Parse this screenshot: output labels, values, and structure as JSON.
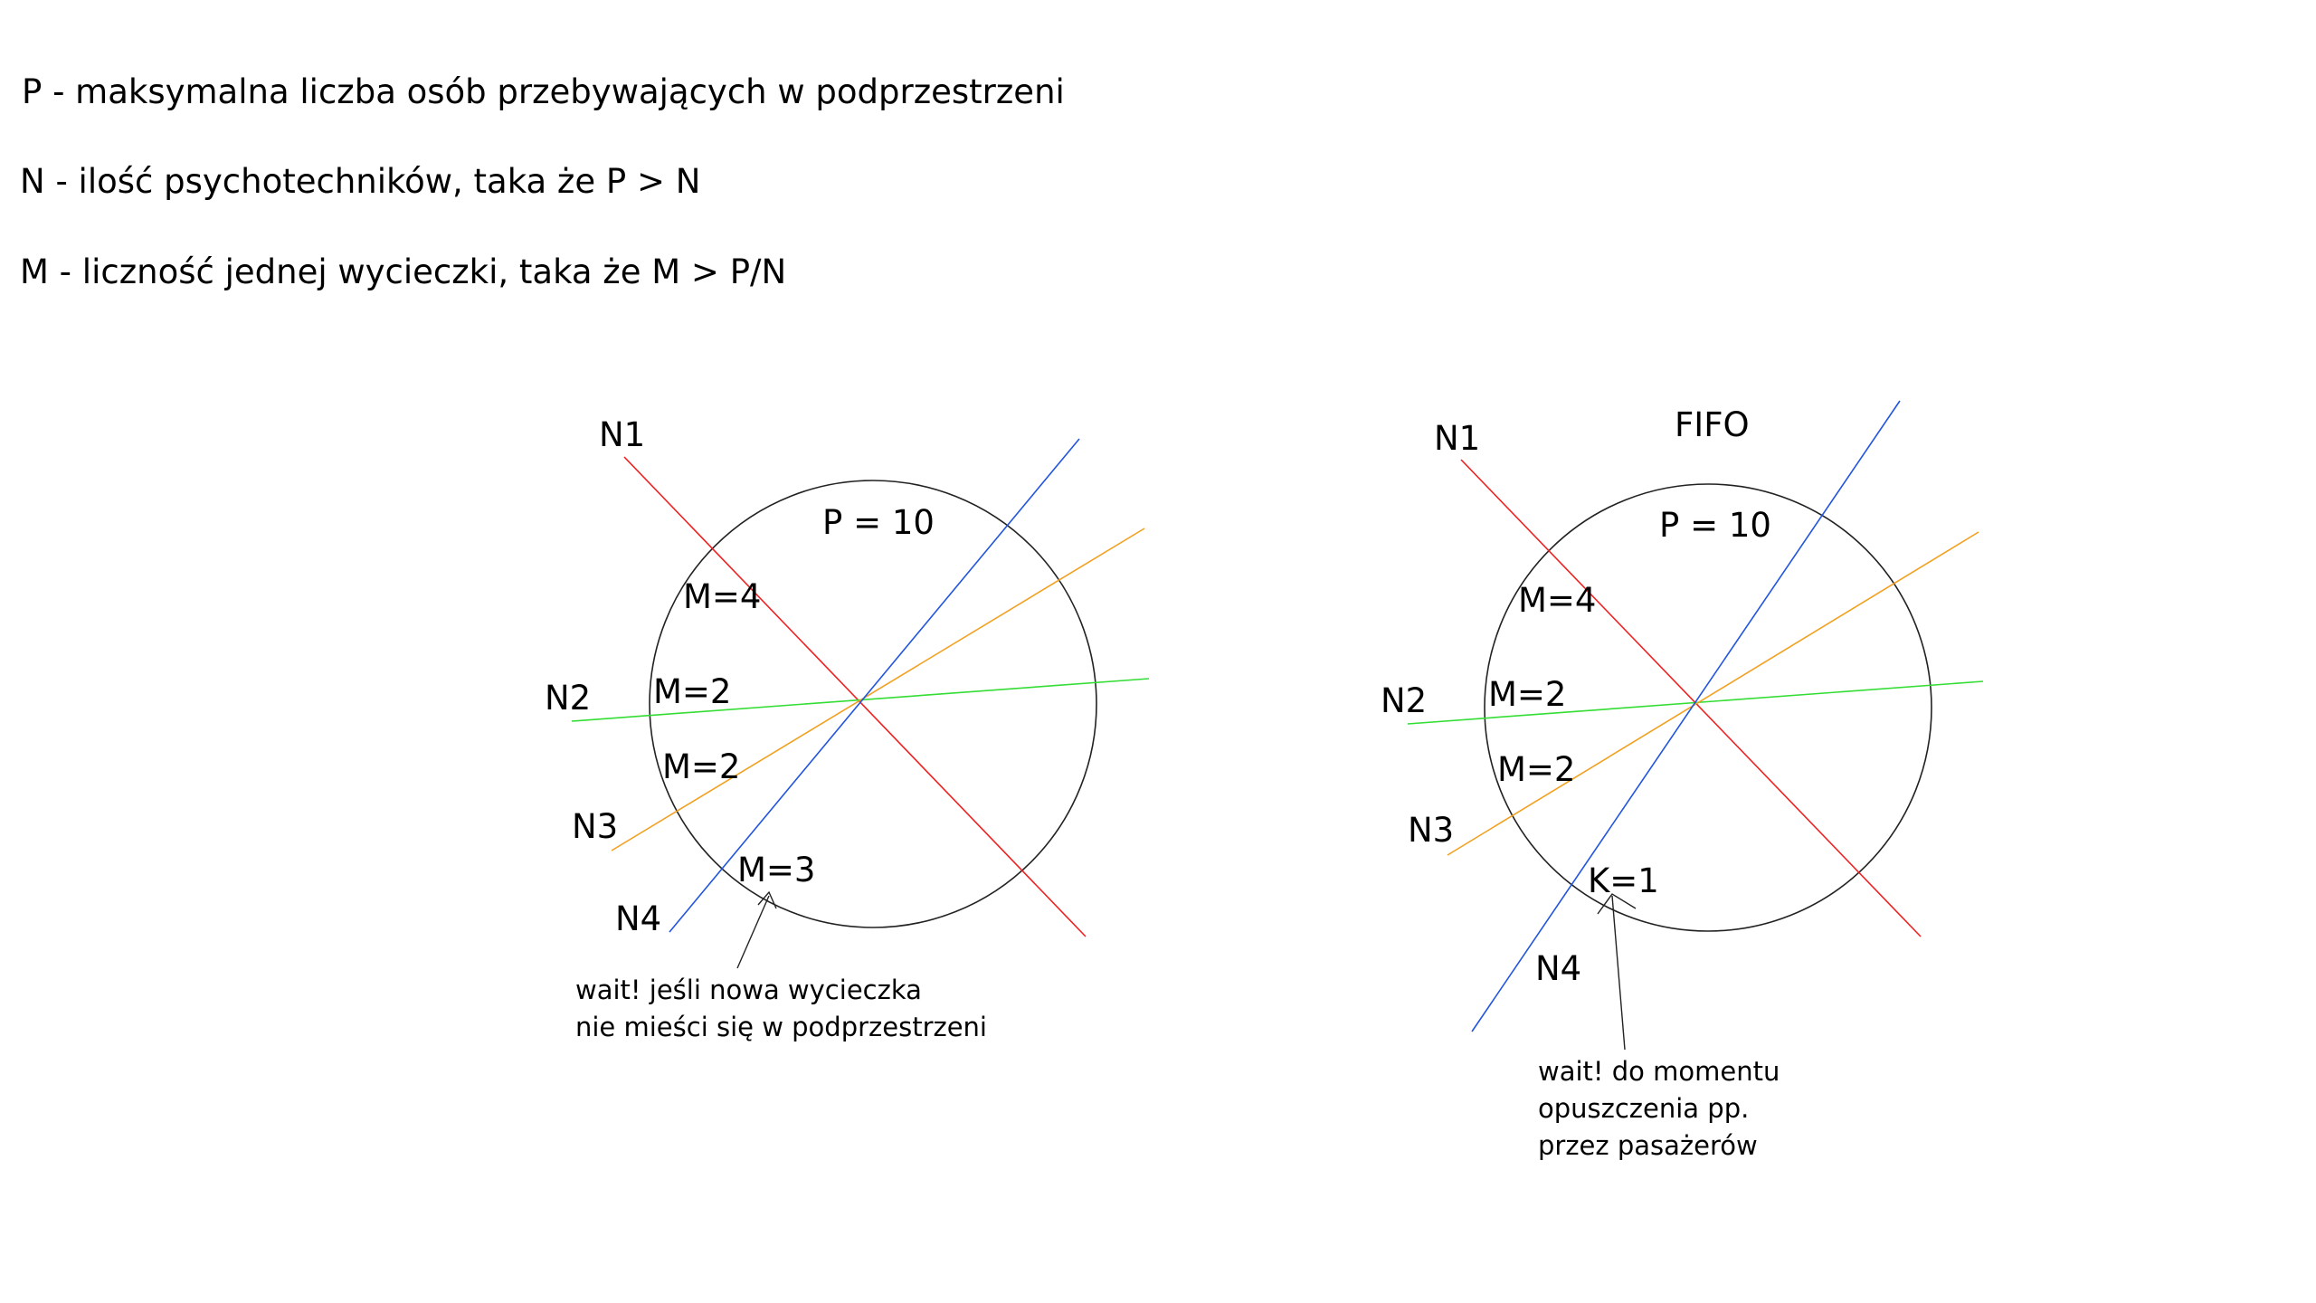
{
  "definitions": [
    "P - maksymalna liczba osób przebywających w podprzestrzeni",
    "N - ilość psychotechników, taka że P > N",
    "M - liczność jednej wycieczki, taka że M > P/N"
  ],
  "colors": {
    "N1": "#ee2222",
    "N2": "#33dd33",
    "N3": "#f2a020",
    "N4": "#2255dd",
    "circle": "#222222"
  },
  "left_diagram": {
    "capacity": "P = 10",
    "lines": [
      {
        "id": "N1",
        "label": "N1",
        "trip": "M=4"
      },
      {
        "id": "N2",
        "label": "N2",
        "trip": "M=2"
      },
      {
        "id": "N3",
        "label": "N3",
        "trip": "M=2"
      },
      {
        "id": "N4",
        "label": "N4",
        "trip": "M=3"
      }
    ],
    "note": [
      "wait! jeśli nowa wycieczka",
      "nie mieści się w podprzestrzeni"
    ]
  },
  "right_diagram": {
    "title": "FIFO",
    "capacity": "P = 10",
    "lines": [
      {
        "id": "N1",
        "label": "N1",
        "trip": "M=4"
      },
      {
        "id": "N2",
        "label": "N2",
        "trip": "M=2"
      },
      {
        "id": "N3",
        "label": "N3",
        "trip": "M=2"
      },
      {
        "id": "N4",
        "label": "N4",
        "trip": "K=1"
      }
    ],
    "note": [
      "wait! do momentu",
      "opuszczenia pp.",
      "przez pasażerów"
    ]
  }
}
